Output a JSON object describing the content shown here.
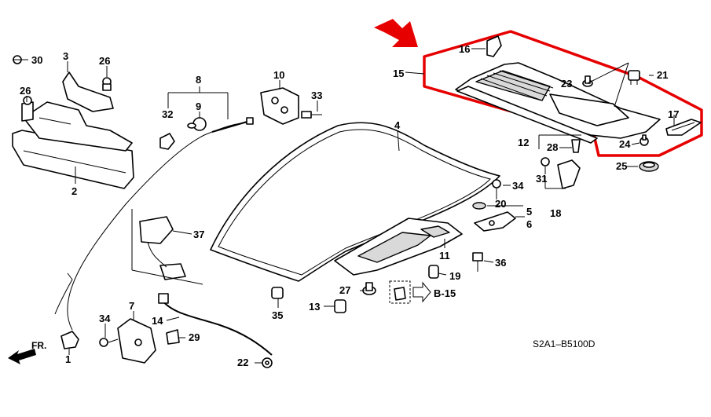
{
  "diagram": {
    "code": "S2A1–B5100D",
    "front_indicator": "FR.",
    "reference": "B-15",
    "highlight_color": "#e60000",
    "callouts": [
      "1",
      "2",
      "3",
      "4",
      "5",
      "6",
      "7",
      "8",
      "9",
      "10",
      "11",
      "12",
      "13",
      "14",
      "15",
      "16",
      "17",
      "18",
      "19",
      "20",
      "21",
      "22",
      "23",
      "24",
      "25",
      "26",
      "26",
      "27",
      "28",
      "29",
      "30",
      "31",
      "32",
      "33",
      "34",
      "34",
      "35",
      "36",
      "37"
    ]
  }
}
